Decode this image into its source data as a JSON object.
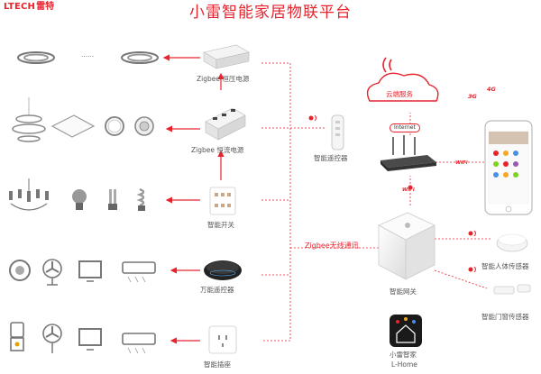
{
  "brand": {
    "latin": "LTECH",
    "chinese": "雷特"
  },
  "title": "小雷智能家居物联平台",
  "devices": {
    "cv_power": "Zigbee 恒压电源",
    "cc_power": "Zigbee 恒流电源",
    "remote": "智能遥控器",
    "switch": "智能开关",
    "universal_remote": "万能遥控器",
    "socket": "智能插座",
    "gateway": "智能网关",
    "body_sensor": "智能人体传感器",
    "door_sensor": "智能门窗传感器"
  },
  "network": {
    "cloud": "云端服务",
    "internet": "Internet",
    "zigbee": "Zigbee无线通讯",
    "g3": "3G",
    "g4": "4G",
    "wifi": "WiFi"
  },
  "app": {
    "name_cn": "小雷智家",
    "name_en": "L-Home"
  },
  "dots": "......",
  "colors": {
    "accent": "#e8232d",
    "device": "#8a8a8a"
  }
}
